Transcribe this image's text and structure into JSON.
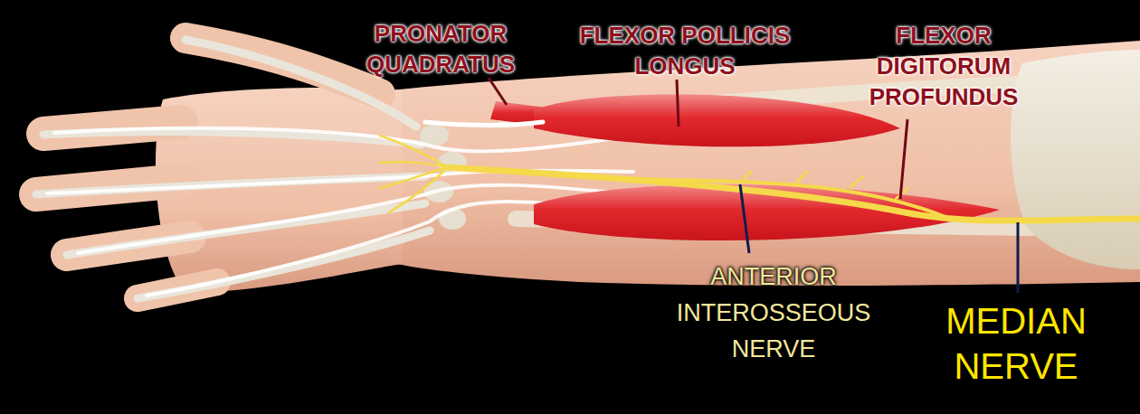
{
  "diagram": {
    "labels": [
      "PRONATOR QUADRATUS",
      "FLEXOR POLLICIS LONGUS",
      "FLEXOR DIGITORUM PROFUNDUS",
      "ANTERIOR INTEROSSEOUS NERVE",
      "MEDIAN NERVE"
    ]
  }
}
